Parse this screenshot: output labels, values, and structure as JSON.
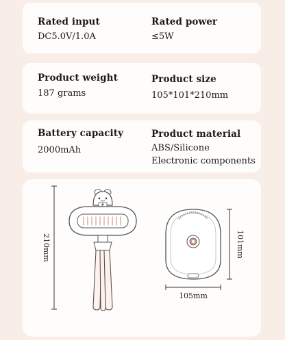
{
  "specs": [
    {
      "label": "Rated input",
      "value": "DC5.0V/1.0A"
    },
    {
      "label": "Rated power",
      "value": "≤5W"
    },
    {
      "label": "Product weight",
      "value": "187 grams"
    },
    {
      "label": "Product size",
      "value": "105*101*210mm"
    },
    {
      "label": "Battery capacity",
      "value": "2000mAh"
    },
    {
      "label": "Product material",
      "value": "ABS/Silicone",
      "value2": "Electronic components"
    }
  ],
  "dimensions": {
    "height": "210mm",
    "width": "105mm",
    "depth": "101mm",
    "badge_letter": "P"
  },
  "colors": {
    "background": "#f8eee7",
    "card": "#fffdfb",
    "fan_accent": "#f6d9cf",
    "leg_fill": "#fff1ec"
  }
}
